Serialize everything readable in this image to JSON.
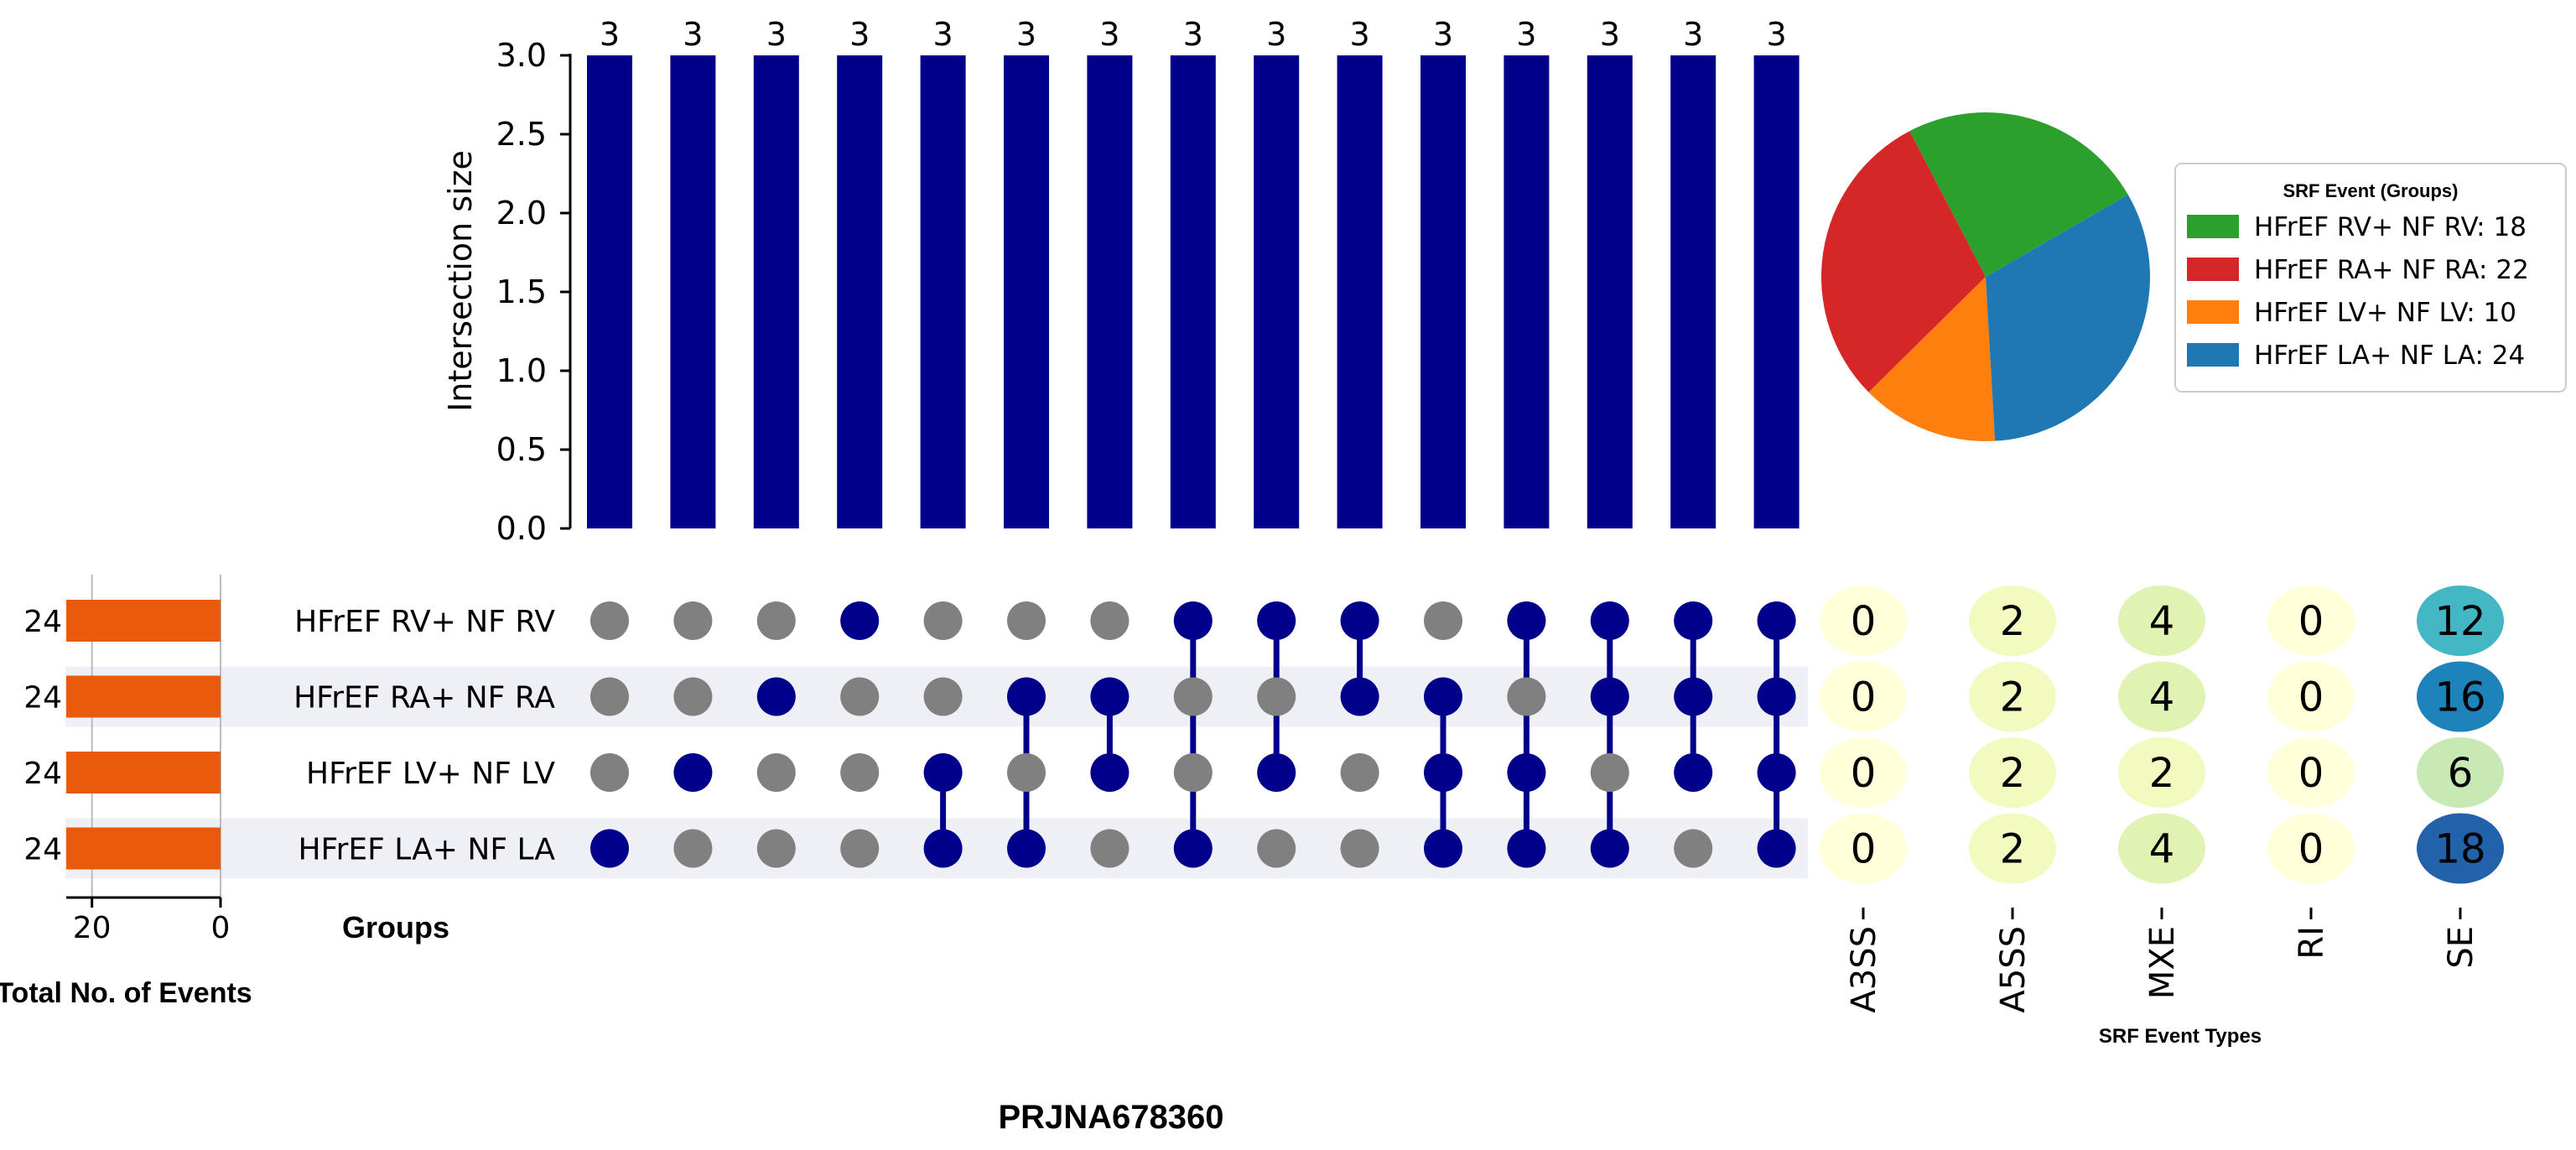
{
  "figure": {
    "caption": "PRJNA678360",
    "groups_label": "Groups",
    "total_label": "Total No. of Events"
  },
  "chart_data": [
    {
      "type": "bar",
      "role": "intersection-sizes",
      "ylabel": "Intersection size",
      "ylim": [
        0,
        3.0
      ],
      "yticks": [
        "0.0",
        "0.5",
        "1.0",
        "1.5",
        "2.0",
        "2.5",
        "3.0"
      ],
      "values": [
        3,
        3,
        3,
        3,
        3,
        3,
        3,
        3,
        3,
        3,
        3,
        3,
        3,
        3,
        3
      ],
      "bar_color": "#00008b"
    },
    {
      "type": "bar",
      "role": "set-sizes",
      "orientation": "horizontal",
      "categories": [
        "HFrEF RV+ NF RV",
        "HFrEF RA+ NF RA",
        "HFrEF LV+ NF LV",
        "HFrEF LA+ NF LA"
      ],
      "values": [
        24,
        24,
        24,
        24
      ],
      "xticks": [
        "20",
        "0"
      ],
      "xlim": [
        24,
        0
      ],
      "bar_color": "#ea5a0c"
    },
    {
      "type": "table",
      "role": "intersection-matrix",
      "rows": [
        "HFrEF RV+ NF RV",
        "HFrEF RA+ NF RA",
        "HFrEF LV+ NF LV",
        "HFrEF LA+ NF LA"
      ],
      "membership": [
        [
          0,
          0,
          0,
          1,
          0,
          0,
          0,
          1,
          1,
          1,
          0,
          1,
          1,
          1,
          1
        ],
        [
          0,
          0,
          1,
          0,
          0,
          1,
          1,
          0,
          0,
          1,
          1,
          0,
          1,
          1,
          1
        ],
        [
          0,
          1,
          0,
          0,
          1,
          0,
          1,
          0,
          1,
          0,
          1,
          1,
          0,
          1,
          1
        ],
        [
          1,
          0,
          0,
          0,
          1,
          1,
          0,
          1,
          0,
          0,
          1,
          1,
          1,
          0,
          1
        ]
      ],
      "active_color": "#00008b",
      "inactive_color": "#808080"
    },
    {
      "type": "pie",
      "legend_title": "SRF Event (Groups)",
      "legend_position": "right",
      "slices": [
        {
          "label": "HFrEF RV+ NF RV: 18",
          "value": 18,
          "color": "#2ca02c"
        },
        {
          "label": "HFrEF RA+ NF RA: 22",
          "value": 22,
          "color": "#d62728"
        },
        {
          "label": "HFrEF LV+ NF LV: 10",
          "value": 10,
          "color": "#ff7f0e"
        },
        {
          "label": "HFrEF LA+ NF LA: 24",
          "value": 24,
          "color": "#1f77b4"
        }
      ]
    },
    {
      "type": "heatmap",
      "xlabel": "SRF Event Types",
      "columns": [
        "A3SS",
        "A5SS",
        "MXE",
        "RI",
        "SE"
      ],
      "rows": [
        "HFrEF RV+ NF RV",
        "HFrEF RA+ NF RA",
        "HFrEF LV+ NF LV",
        "HFrEF LA+ NF LA"
      ],
      "values": [
        [
          0,
          2,
          4,
          0,
          12
        ],
        [
          0,
          2,
          4,
          0,
          16
        ],
        [
          0,
          2,
          2,
          0,
          6
        ],
        [
          0,
          2,
          4,
          0,
          18
        ]
      ],
      "colormap": "YlGnBu"
    }
  ]
}
